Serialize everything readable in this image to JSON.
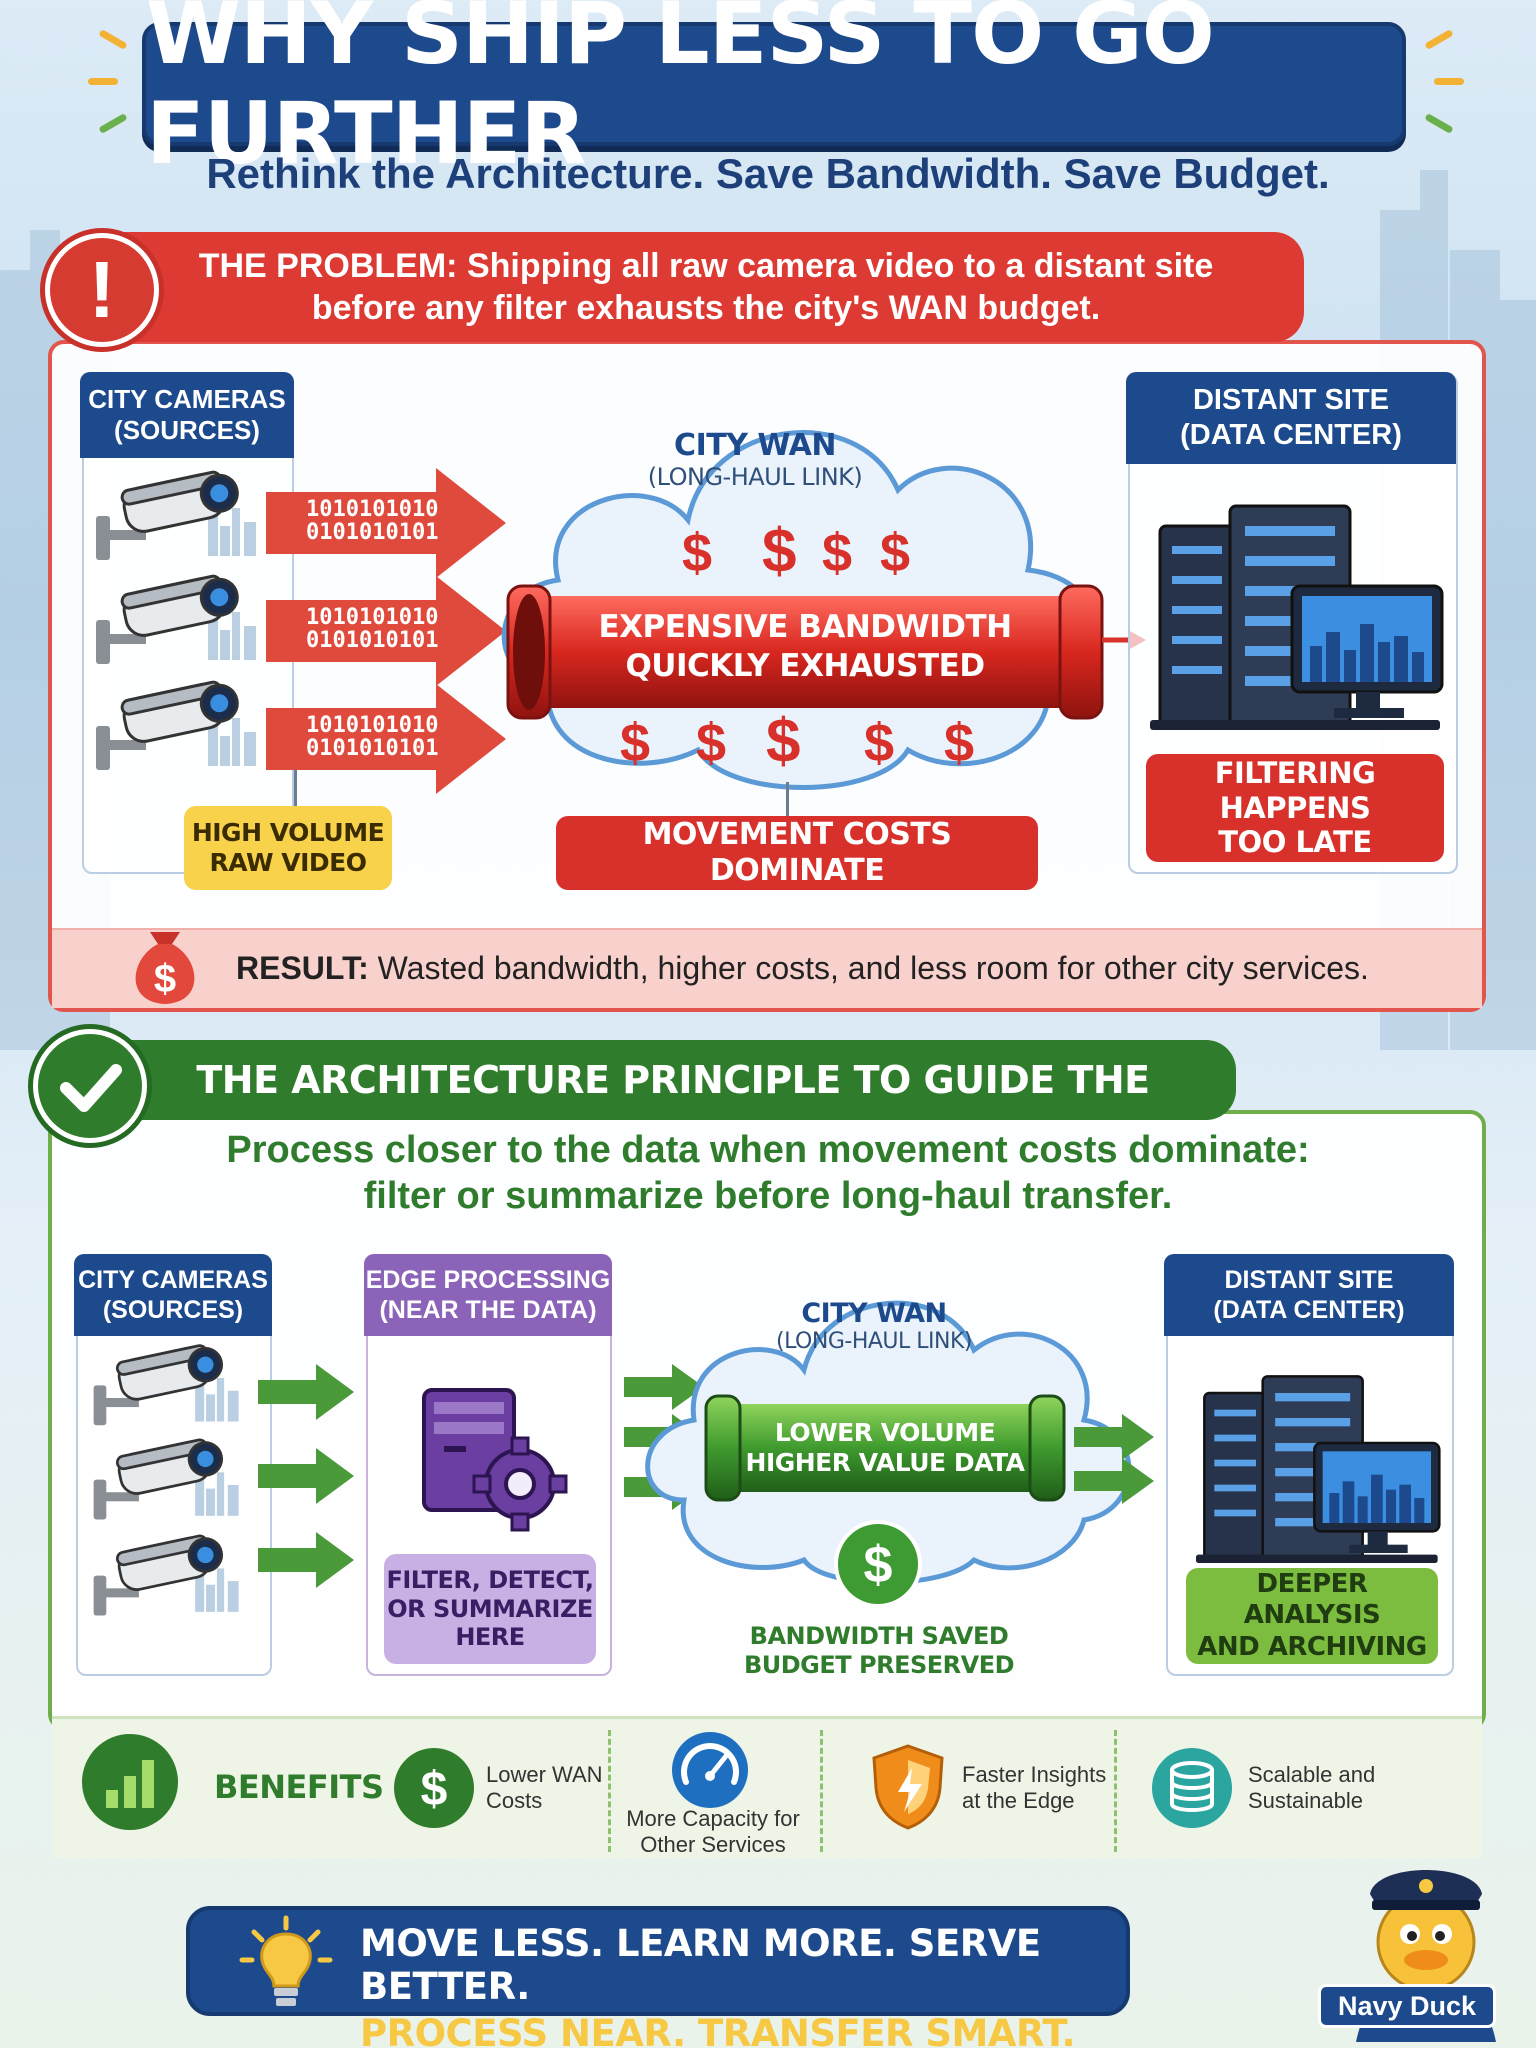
{
  "header": {
    "title": "WHY SHIP LESS TO GO FURTHER",
    "subtitle": "Rethink the Architecture. Save Bandwidth. Save Budget."
  },
  "problem": {
    "banner_line1": "THE PROBLEM: Shipping all raw camera video to a distant site",
    "banner_line2": "before any filter exhausts the city's WAN budget.",
    "sources_line1": "CITY CAMERAS",
    "sources_line2": "(SOURCES)",
    "binary_line1": "1010101010",
    "binary_line2": "0101010101",
    "volume_line1": "HIGH VOLUME",
    "volume_line2": "RAW VIDEO",
    "wan_line1": "CITY WAN",
    "wan_line2": "(LONG-HAUL LINK)",
    "pipe_line1": "EXPENSIVE BANDWIDTH",
    "pipe_line2": "QUICKLY EXHAUSTED",
    "dollar": "$",
    "movement": "MOVEMENT COSTS DOMINATE",
    "site_line1": "DISTANT SITE",
    "site_line2": "(DATA CENTER)",
    "late_line1": "FILTERING HAPPENS",
    "late_line2": "TOO LATE",
    "result_label": "RESULT:",
    "result_text": "Wasted bandwidth, higher costs, and less room for other city services."
  },
  "principle": {
    "banner": "THE ARCHITECTURE PRINCIPLE TO GUIDE THE REDESIGN",
    "text_line1": "Process closer to the data when movement costs dominate:",
    "text_line2": "filter or summarize before long-haul transfer.",
    "sources_line1": "CITY CAMERAS",
    "sources_line2": "(SOURCES)",
    "edge_line1": "EDGE PROCESSING",
    "edge_line2": "(NEAR THE DATA)",
    "edge_action_line1": "FILTER, DETECT,",
    "edge_action_line2": "OR SUMMARIZE",
    "edge_action_line3": "HERE",
    "wan_line1": "CITY WAN",
    "wan_line2": "(LONG-HAUL LINK)",
    "pipe_line1": "LOWER VOLUME",
    "pipe_line2": "HIGHER VALUE DATA",
    "saved_line1": "BANDWIDTH SAVED",
    "saved_line2": "BUDGET PRESERVED",
    "site_line1": "DISTANT SITE",
    "site_line2": "(DATA CENTER)",
    "deeper_line1": "DEEPER ANALYSIS",
    "deeper_line2": "AND ARCHIVING"
  },
  "benefits": {
    "title": "BENEFITS",
    "items": [
      {
        "line1": "Lower WAN",
        "line2": "Costs",
        "icon": "dollar-icon",
        "color": "#2f7d2c"
      },
      {
        "line1": "More Capacity for",
        "line2": "Other Services",
        "icon": "gauge-icon",
        "color": "#1f6fc0"
      },
      {
        "line1": "Faster Insights",
        "line2": "at the Edge",
        "icon": "shield-icon",
        "color": "#f08c1a"
      },
      {
        "line1": "Scalable and",
        "line2": "Sustainable",
        "icon": "database-icon",
        "color": "#2aa5a0"
      }
    ]
  },
  "footer": {
    "line1": "MOVE LESS. LEARN MORE. SERVE BETTER.",
    "line2": "PROCESS NEAR. TRANSFER SMART.",
    "mascot": "Navy Duck"
  },
  "colors": {
    "navy": "#1d4a8c",
    "red": "#dc3a32",
    "green": "#2f7d2c",
    "purple": "#8b63b8",
    "yellow": "#f7d24a"
  }
}
